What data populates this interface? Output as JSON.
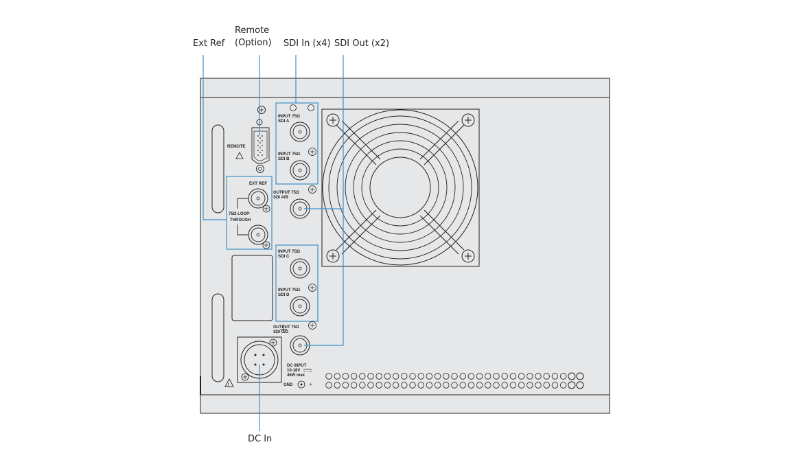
{
  "callouts": {
    "ext_ref": "Ext Ref",
    "remote_line1": "Remote",
    "remote_line2": "(Option)",
    "sdi_in": "SDI In (x4)",
    "sdi_out": "SDI Out (x2)",
    "dc_in": "DC In"
  },
  "panel": {
    "remote": "REMOTE",
    "ext_ref": "EXT  REF",
    "loop_line1": "75Ω  LOOP-",
    "loop_line2": "THROUGH",
    "input_a_line1": "INPUT  75Ω",
    "input_a_line2": "SDI A",
    "input_b_line1": "INPUT  75Ω",
    "input_b_line2": "SDI B",
    "output_ab_line1": "OUTPUT  75Ω",
    "output_ab_line2": "SDI  A/B",
    "input_c_line1": "INPUT  75Ω",
    "input_c_line2": "SDI C",
    "input_d_line1": "INPUT  75Ω",
    "input_d_line2": "SDI D",
    "output_cd_line1": "OUTPUT  75Ω",
    "output_cd_line2": "SDI  C/D",
    "dc_line1": "DC  INPUT",
    "dc_line2": "10-18V",
    "dc_line3": "46W  max",
    "gnd": "GND",
    "plus": "+"
  },
  "colors": {
    "panel_fill": "#e6e7e8",
    "outline": "#231f20",
    "callout_line": "#3d8fc8"
  }
}
